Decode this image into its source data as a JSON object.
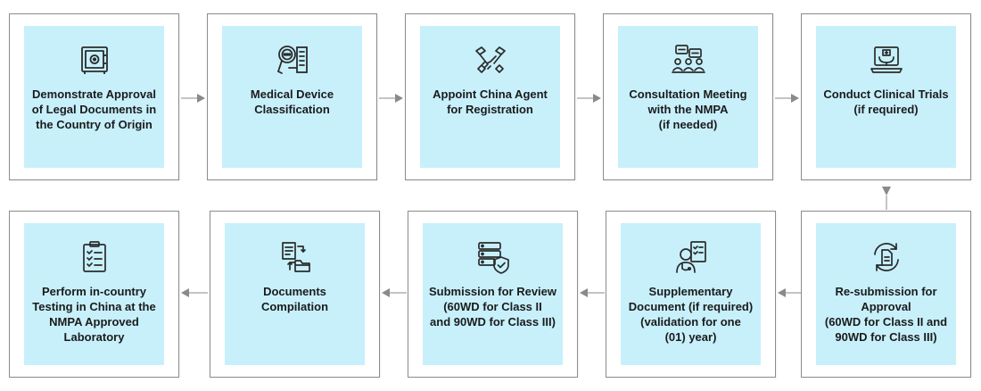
{
  "steps": [
    {
      "label": "Demonstrate Approval\nof Legal Documents in\nthe Country of Origin",
      "icon": "safe-icon"
    },
    {
      "label": "Medical Device\nClassification",
      "icon": "magnifier-document-icon"
    },
    {
      "label": "Appoint China Agent\nfor Registration",
      "icon": "handshake-icon"
    },
    {
      "label": "Consultation Meeting\nwith the NMPA\n(if needed)",
      "icon": "meeting-icon"
    },
    {
      "label": "Conduct Clinical Trials\n(if required)",
      "icon": "laptop-medical-icon"
    },
    {
      "label": "Re-submission for\nApproval\n(60WD for Class II and\n90WD for Class III)",
      "icon": "cycle-document-icon"
    },
    {
      "label": "Supplementary\nDocument (if required)\n(validation for one\n(01) year)",
      "icon": "doctor-checklist-icon"
    },
    {
      "label": "Submission for Review\n(60WD for Class II\nand 90WD for Class III)",
      "icon": "server-shield-icon"
    },
    {
      "label": "Documents\nCompilation",
      "icon": "documents-folder-icon"
    },
    {
      "label": "Perform in-country\nTesting in China at the\nNMPA Approved\nLaboratory",
      "icon": "clipboard-checklist-icon"
    }
  ],
  "colors": {
    "box_fill": "#c7f0fb",
    "border": "#8c8c8c",
    "arrow": "#8a8a8a",
    "icon_stroke": "#2b2b2b"
  }
}
